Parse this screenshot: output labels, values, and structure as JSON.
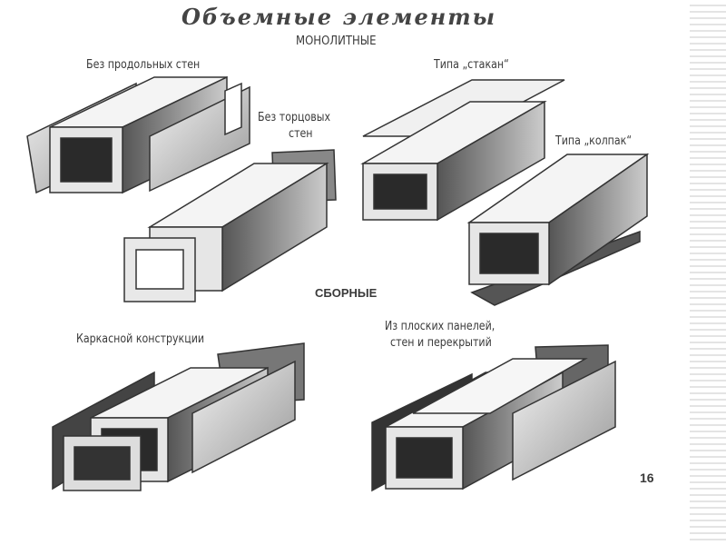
{
  "title": "Объемные элементы",
  "section_monolithic": "МОНОЛИТНЫЕ",
  "section_prefab": "СБОРНЫЕ",
  "labels": {
    "no_longitudinal": "Без продольных стен",
    "no_end_1": "Без торцовых",
    "no_end_2": "стен",
    "glass_type": "Типа „стакан“",
    "cap_type": "Типа „колпак“",
    "frame_type": "Каркасной конструкции",
    "panels_1": "Из плоских панелей,",
    "panels_2": "стен и перекрытий"
  },
  "page_number": "16"
}
